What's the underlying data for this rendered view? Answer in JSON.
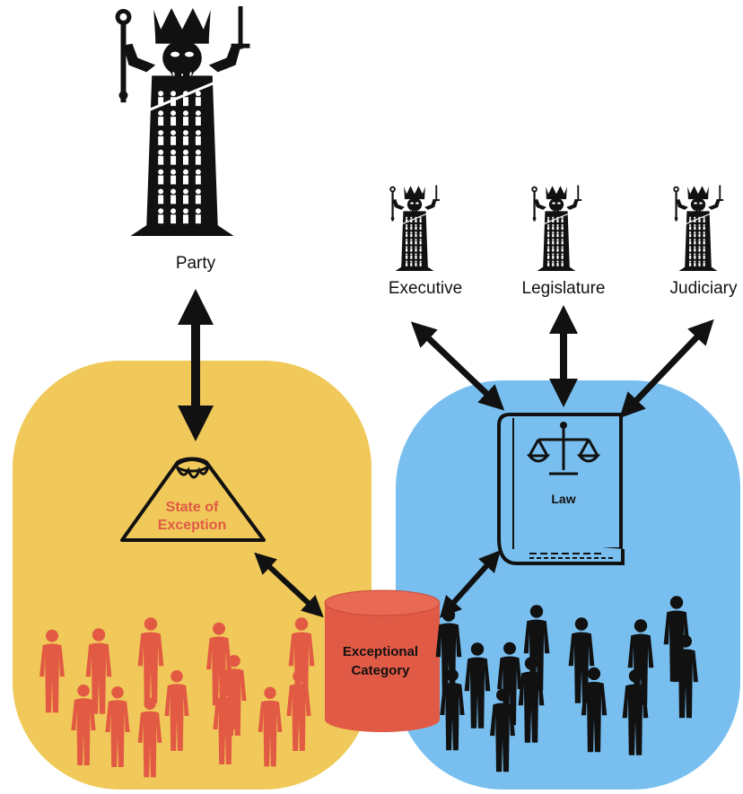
{
  "labels": {
    "party": "Party",
    "executive": "Executive",
    "legislature": "Legislature",
    "judiciary": "Judiciary",
    "state_of_exception_1": "State of",
    "state_of_exception_2": "Exception",
    "law": "Law",
    "exceptional_category_1": "Exceptional",
    "exceptional_category_2": "Category"
  },
  "colors": {
    "yellow_region": "#f0c95a",
    "blue_region": "#78bff0",
    "accent_red": "#e05a45",
    "people_red": "#e25a43",
    "ink": "#111111"
  },
  "icons": {
    "party": "king-figure-icon",
    "branches": "king-figure-icon",
    "state_of_exception": "volcano-icon",
    "law": "law-book-icon",
    "exceptional_category": "cylinder-icon",
    "people": "person-icon"
  }
}
